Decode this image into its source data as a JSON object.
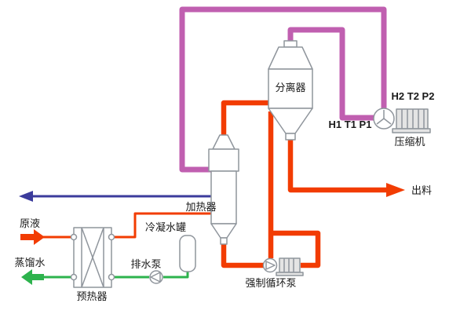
{
  "diagram": {
    "title_hint": "MVR evaporator process flow diagram",
    "labels": {
      "raw_liquid": "原液",
      "distilled_water": "蒸馏水",
      "preheater": "预热器",
      "drain_pump": "排水泵",
      "condensate_tank": "冷凝水罐",
      "heater": "加热器",
      "separator": "分离器",
      "forced_circulation_pump": "强制循环泵",
      "compressor": "压缩机",
      "compressor_inlet_tags": "H1 T1 P1",
      "compressor_outlet_tags": "H2 T2 P2",
      "discharge": "出料"
    },
    "colors": {
      "vapor_line": "#c05fb0",
      "process_line": "#f23c02",
      "condensate_line": "#2db34d",
      "vacuum_line": "#3b3b9c",
      "equipment_outline": "#8f959c",
      "equipment_fill": "#ffffff",
      "motor_fill": "#e4e4e4",
      "text": "#1a1a1a",
      "background": "#ffffff"
    }
  }
}
